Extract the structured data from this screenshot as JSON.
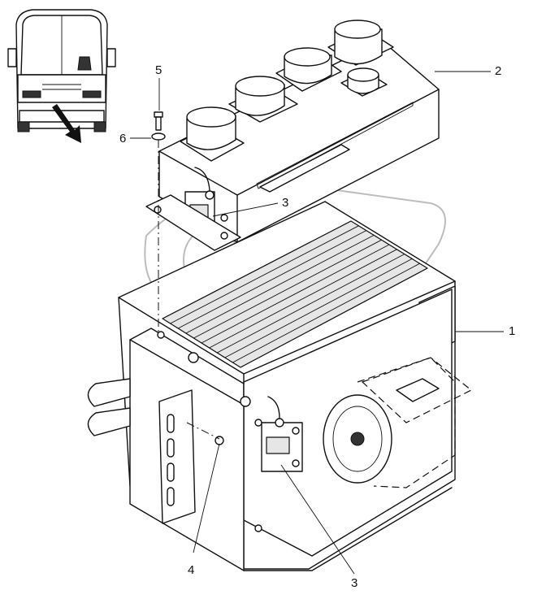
{
  "callouts": [
    {
      "id": "1",
      "label": "1"
    },
    {
      "id": "2",
      "label": "2"
    },
    {
      "id": "3a",
      "label": "3"
    },
    {
      "id": "3b",
      "label": "3"
    },
    {
      "id": "4",
      "label": "4"
    },
    {
      "id": "5",
      "label": "5"
    },
    {
      "id": "6",
      "label": "6"
    }
  ],
  "icons": [
    "bus-front-view-icon",
    "arrow-pointer-icon",
    "watermark-logo"
  ]
}
